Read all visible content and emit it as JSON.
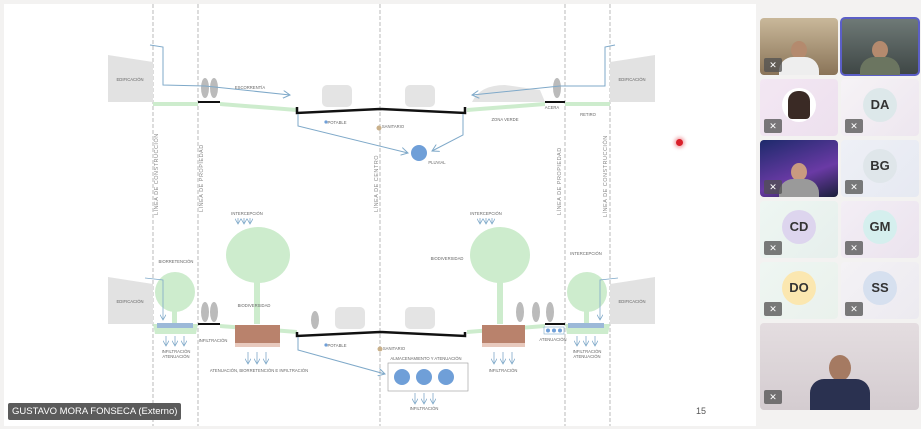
{
  "presenter": {
    "name": "GUSTAVO MORA FONSECA (Externo)"
  },
  "slide": {
    "page_number": "15",
    "vertical_lines": [
      "LÍNEA DE CONSTRUCCIÓN",
      "LÍNEA DE PROPIEDAD",
      "LÍNEA DE CENTRO",
      "LÍNEA DE PROPIEDAD",
      "LÍNEA DE CONSTRUCCIÓN"
    ],
    "top_section": {
      "edificacion_left": "EDIFICACIÓN",
      "edificacion_right": "EDIFICACIÓN",
      "escorrentia": "ESCORRENTÍA",
      "potable": "POTABLE",
      "sanitario": "SANITARIO",
      "pluvial": "PLUVIAL",
      "zona_verde": "ZONA VERDE",
      "acera": "ACERA",
      "retiro": "RETIRO"
    },
    "bottom_section": {
      "edificacion_left": "EDIFICACIÓN",
      "edificacion_right": "EDIFICACIÓN",
      "biorretencion": "BIORRETENCIÓN",
      "intercepcion_left": "INTERCEPCIÓN",
      "biodiversidad_left": "BIODIVERSIDAD",
      "intercepcion_center": "INTERCEPCIÓN",
      "biodiversidad_right": "BIODIVERSIDAD",
      "intercepcion_right": "INTERCEPCIÓN",
      "infiltracion_sidewalk": "INFILTRACIÓN",
      "infiltracion_atenuacion_left": [
        "INFILTRACIÓN",
        "ATENUACIÓN"
      ],
      "atenuacion_biorretencion": "ATENUACIÓN, BIORRETENCIÓN E INFILTRACIÓN",
      "potable": "POTABLE",
      "sanitario": "SANITARIO",
      "almacenamiento": "ALMACENAMIENTO Y ATENUACIÓN",
      "infiltracion_storage": "INFILTRACIÓN",
      "infiltracion_right_box": "INFILTRACIÓN",
      "atenuacion": "ATENUACIÓN",
      "infiltracion_atenuacion_right": [
        "INFILTRACIÓN",
        "ATENUACIÓN"
      ]
    }
  },
  "participants": [
    {
      "type": "video",
      "muted": true
    },
    {
      "type": "video",
      "muted": false,
      "active": true
    },
    {
      "type": "photo",
      "muted": true
    },
    {
      "type": "initials",
      "initials": "DA",
      "color": "#dde8ea",
      "muted": true
    },
    {
      "type": "video",
      "muted": true
    },
    {
      "type": "initials",
      "initials": "BG",
      "color": "#dfe6ea",
      "muted": true
    },
    {
      "type": "initials",
      "initials": "CD",
      "color": "#ddd5ee",
      "muted": true
    },
    {
      "type": "initials",
      "initials": "GM",
      "color": "#d5efee",
      "muted": true
    },
    {
      "type": "initials",
      "initials": "DO",
      "color": "#fbe7b0",
      "muted": true
    },
    {
      "type": "initials",
      "initials": "SS",
      "color": "#d6e0ef",
      "muted": true
    },
    {
      "type": "video",
      "muted": true
    }
  ],
  "colors": {
    "accent": "#5b5fc7",
    "water": "#7aa7d8",
    "green": "#cdeccd",
    "soil": "#b9826c"
  }
}
